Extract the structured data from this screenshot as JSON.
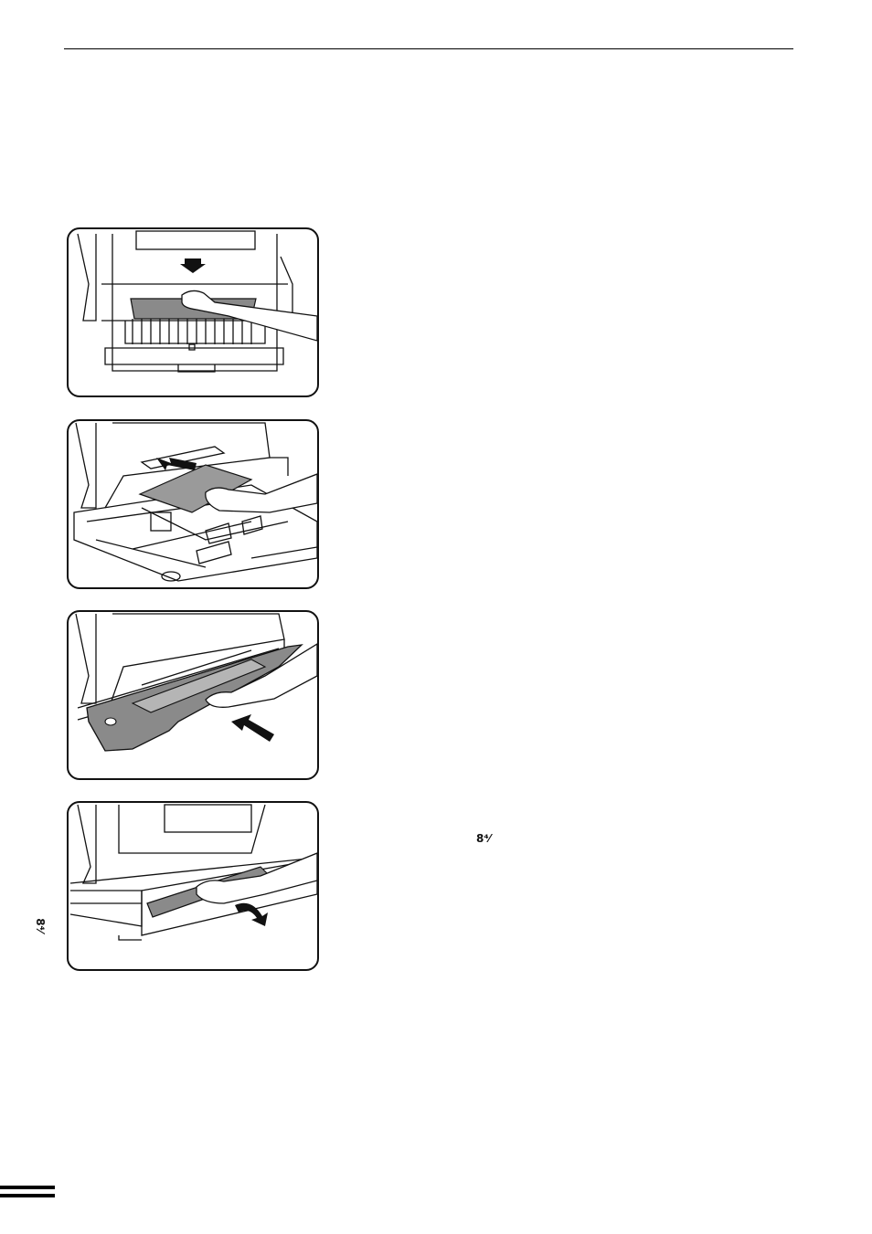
{
  "panels": [
    {
      "id": "step-1",
      "description_name": "remove-paper-from-rear-illustration",
      "arrow": "up"
    },
    {
      "id": "step-2",
      "description_name": "remove-paper-from-tray-illustration",
      "arrow": "right"
    },
    {
      "id": "step-3",
      "description_name": "push-tray-in-illustration",
      "arrow": "diagonal"
    },
    {
      "id": "step-4",
      "description_name": "open-lower-cover-illustration",
      "arrow": "curved"
    }
  ],
  "symbols": {
    "inline_mark": "8⁴⁄",
    "margin_mark": "8⁴⁄"
  },
  "colors": {
    "line": "#111111",
    "gray_fill": "#8a8a8a",
    "paper_fill": "#9a9a9a"
  }
}
